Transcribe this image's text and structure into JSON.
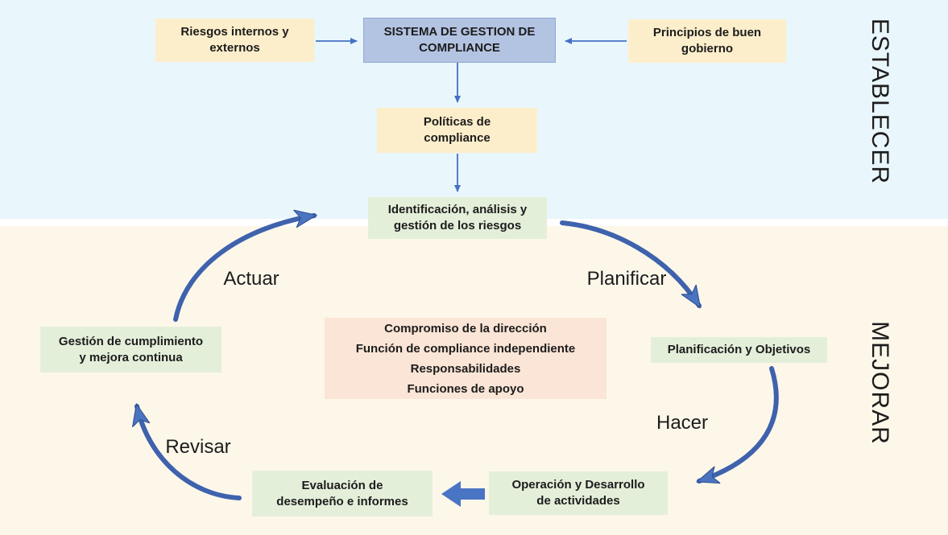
{
  "sections": {
    "establecer": "ESTABLECER",
    "mejorar": "MEJORAR"
  },
  "boxes": {
    "riesgos": "Riesgos internos y\nexternos",
    "sistema": "SISTEMA DE GESTION DE\nCOMPLIANCE",
    "principios": "Principios de buen\ngobierno",
    "politicas": "Políticas de\ncompliance",
    "identificacion": "Identificación, análisis y\ngestión de los riesgos",
    "gestion": "Gestión de cumplimiento\ny mejora continua",
    "planificacion": "Planificación y Objetivos",
    "operacion": "Operación y Desarrollo\nde actividades",
    "evaluacion": "Evaluación de\ndesempeño e informes",
    "compromiso": "Compromiso de la dirección\nFunción de compliance independiente\nResponsabilidades\nFunciones de apoyo"
  },
  "cycle": {
    "actuar": "Actuar",
    "planificar": "Planificar",
    "hacer": "Hacer",
    "revisar": "Revisar"
  },
  "colors": {
    "establecer_bg": "#e9f6fb",
    "mejorar_bg": "#fdf7ea",
    "yellow_box": "#fdeecb",
    "blue_box": "#b3c3e2",
    "blue_box_border": "#8ea9d2",
    "green_box": "#e4efda",
    "pink_box": "#fbe5d6",
    "arrow_thin": "#4472c4",
    "arrow_curved": "#3f62ad",
    "text": "#1c1c1c"
  }
}
